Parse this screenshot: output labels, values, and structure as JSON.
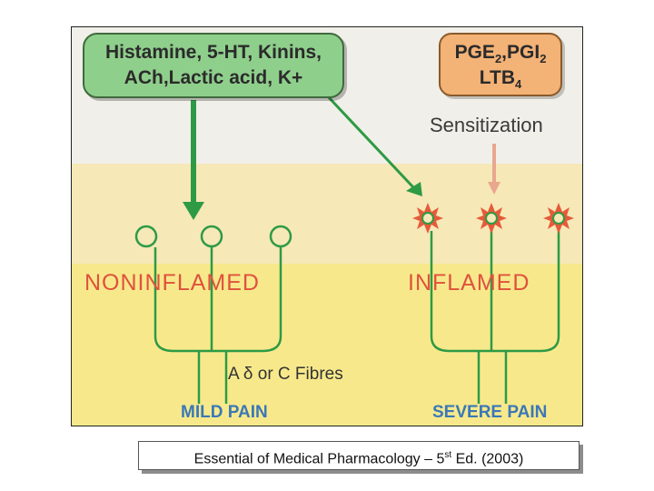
{
  "figure": {
    "box_left": {
      "line1": "Histamine, 5-HT, Kinins,",
      "line2": "ACh,Lactic acid, K+"
    },
    "box_right": {
      "line1_a": "PGE",
      "line1_sub1": "2",
      "line1_b": ",PGI",
      "line1_sub2": "2",
      "line2_a": "LTB",
      "line2_sub": "4"
    },
    "sensitization": "Sensitization",
    "noninflamed": "NONINFLAMED",
    "inflamed": "INFLAMED",
    "fibres": "A δ or C Fibres",
    "mild_pain": "MILD PAIN",
    "severe_pain": "SEVERE PAIN"
  },
  "citation": {
    "before": "Essential of Medical Pharmacology – 5",
    "sup": "st",
    "after": " Ed. (2003)"
  },
  "colors": {
    "green_box": "#8fcf8c",
    "orange_box": "#f3b276",
    "nerve_green": "#2e9a45",
    "label_red": "#e0513e",
    "label_blue": "#3b78b7",
    "band_yellow": "#f7e98b"
  }
}
